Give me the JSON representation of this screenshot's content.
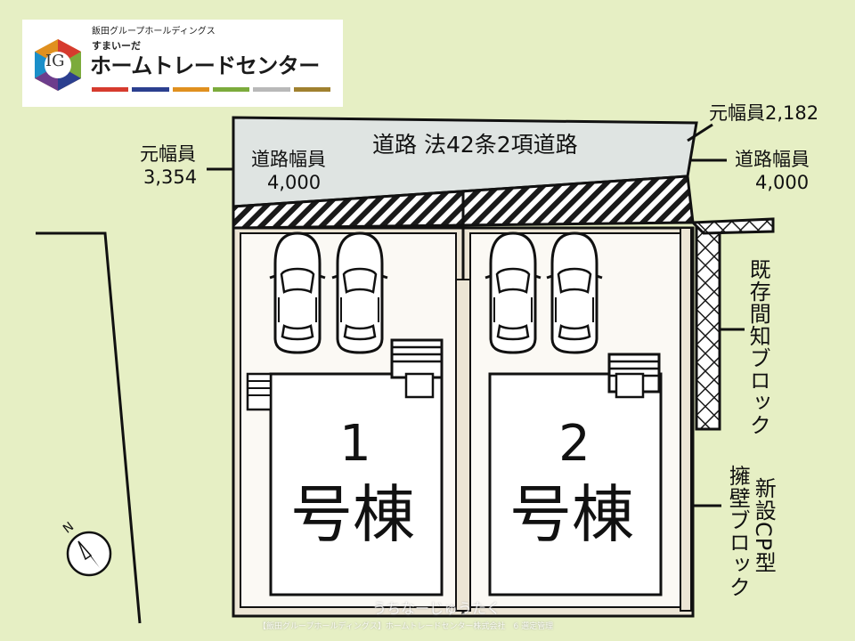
{
  "logo": {
    "group_text": "飯田グループホールディングス",
    "sub_text": "すまいーだ",
    "main_text": "ホームトレードセンター",
    "emblem_text": "IG",
    "stripe_colors": [
      "#d63b2e",
      "#2b3f8f",
      "#e0901f",
      "#7cab3c",
      "#b9b9b9",
      "#a0812f"
    ]
  },
  "road": {
    "label": "道路 法42条2項道路",
    "width_label_left": "道路幅員",
    "width_value_left": "4,000",
    "width_label_right": "道路幅員",
    "width_value_right": "4,000",
    "original_width_left_label": "元幅員",
    "original_width_left_value": "3,354",
    "original_width_right": "元幅員2,182"
  },
  "units": [
    {
      "number": "1",
      "suffix": "号棟"
    },
    {
      "number": "2",
      "suffix": "号棟"
    }
  ],
  "notes": {
    "existing_block": "既存間知ブロック",
    "new_block_line1": "新設CP型",
    "new_block_line2": "擁壁ブロック"
  },
  "compass": {
    "north_label": "N"
  },
  "footer": {
    "watermark": "うちなーじゅうたく",
    "copyright": "【飯田グループホールディングス】ホームトレードセンター株式会社　6 選定管理"
  },
  "colors": {
    "background": "#e6efc4",
    "road": "#dfe4e2",
    "lot_border": "#ece5d5",
    "lot_inner": "#fbf9f4"
  }
}
